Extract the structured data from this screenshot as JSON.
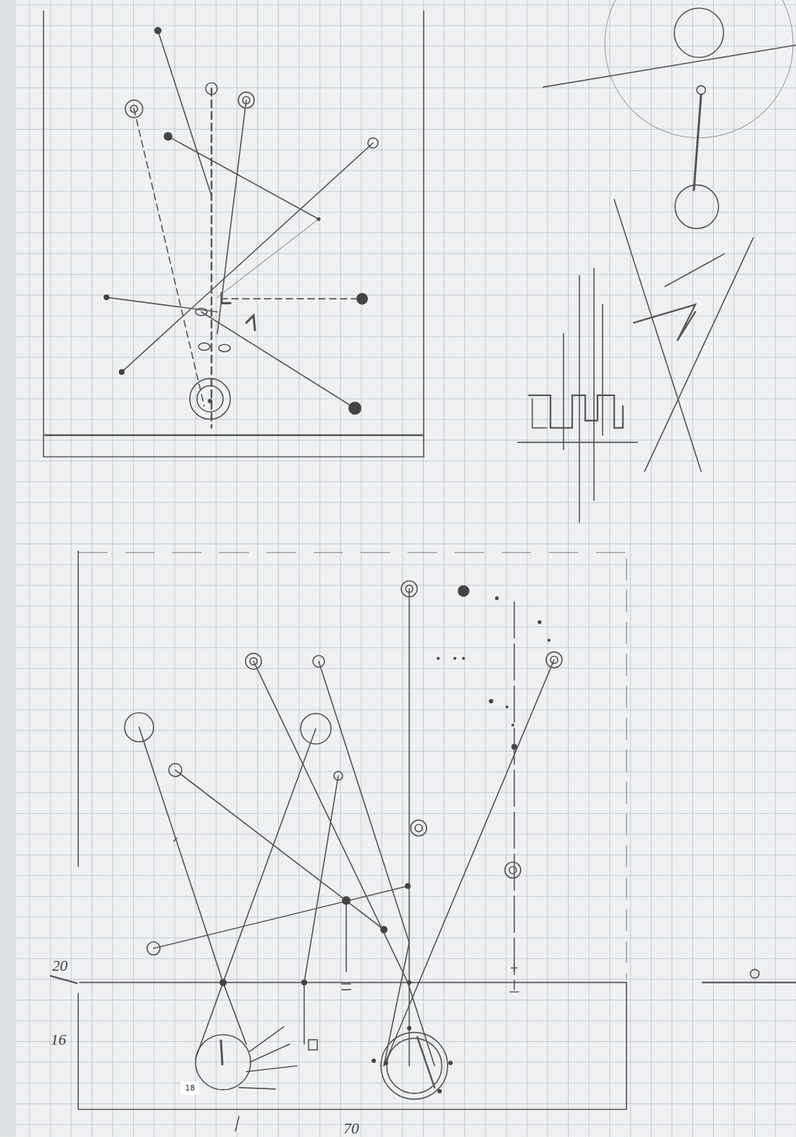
{
  "diagram": {
    "labels": [
      "20",
      "16",
      "18",
      "70"
    ]
  }
}
